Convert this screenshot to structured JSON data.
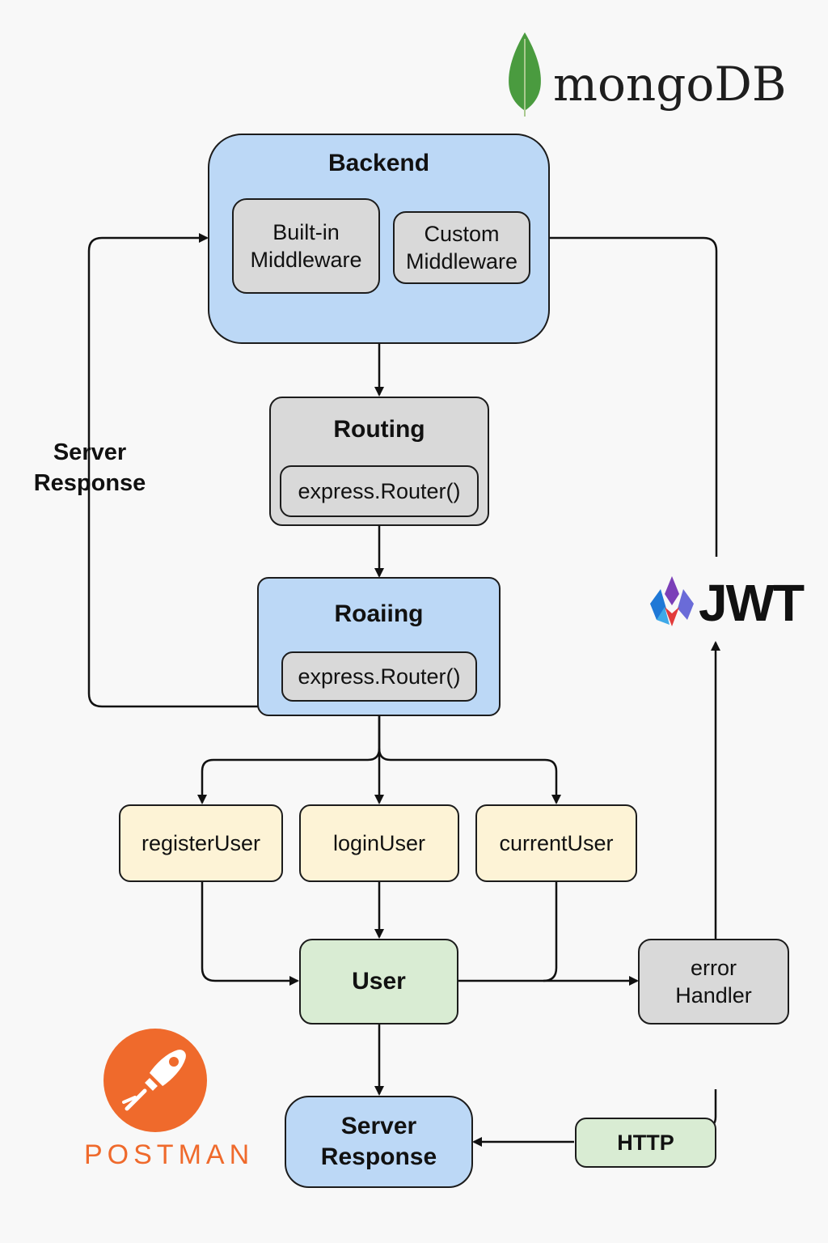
{
  "brands": {
    "mongodb": "mongoDB",
    "jwt": "JWT",
    "postman": "POSTMAN"
  },
  "colors": {
    "box_blue": "#bcd8f6",
    "box_gray": "#d9d9d9",
    "box_yellow": "#fdf3d6",
    "box_green": "#d9ecd3",
    "mongodb_leaf": "#4a9b3f",
    "postman_orange": "#ef6a2c"
  },
  "icons": [
    "mongodb-leaf-icon",
    "jwt-logo-icon",
    "postman-rocket-icon",
    "arrowhead-icon"
  ],
  "nodes": {
    "backend": {
      "title": "Backend",
      "builtin_line1": "Built-in",
      "builtin_line2": "Middleware",
      "custom_line1": "Custom",
      "custom_line2": "Middleware"
    },
    "routing1": {
      "title": "Routing",
      "inner": "express.Router()"
    },
    "routing2": {
      "title": "Roaiing",
      "inner": "express.Router()"
    },
    "register": "registerUser",
    "login": "loginUser",
    "current": "currentUser",
    "user": "User",
    "error_line1": "error",
    "error_line2": "Handler",
    "server_response_line1": "Server",
    "server_response_line2": "Response",
    "http": "HTTP"
  },
  "edge_labels": {
    "server_response_line1": "Server",
    "server_response_line2": "Response"
  }
}
